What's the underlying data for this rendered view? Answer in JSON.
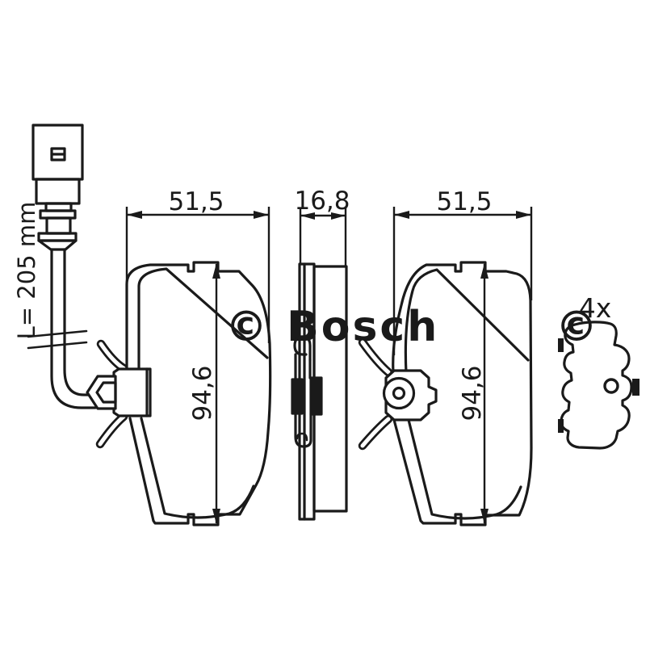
{
  "drawing": {
    "watermark": "© Bosch",
    "watermark_partial": "©",
    "sensor_length_label": "L= 205 mm",
    "accessory_count_label": "4x",
    "dimensions": {
      "left_pad_width": "51,5",
      "pad_thickness": "16,8",
      "right_pad_width": "51,5",
      "left_pad_height": "94,6",
      "right_pad_height": "94,6"
    },
    "colors": {
      "line": "#1a1a1a",
      "background": "#ffffff",
      "watermark": "#c9c9c9"
    }
  }
}
